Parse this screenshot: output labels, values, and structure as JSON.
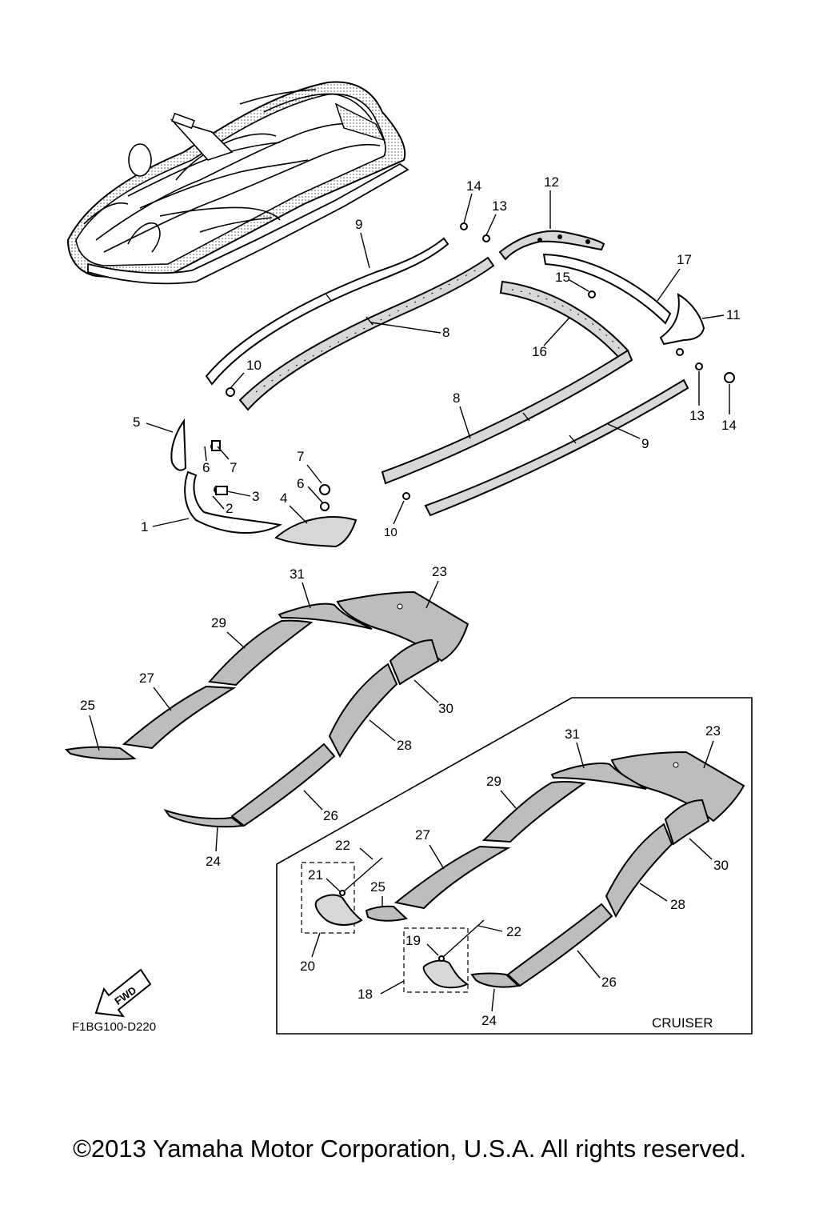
{
  "diagram_code": "F1BG100-D220",
  "fwd_label": "FWD",
  "inset_label": "CRUISER",
  "copyright": "©2013 Yamaha Motor Corporation, U.S.A. All rights reserved.",
  "callouts": {
    "c1": "1",
    "c2": "2",
    "c3": "3",
    "c4": "4",
    "c5": "5",
    "c6a": "6",
    "c6b": "6",
    "c7a": "7",
    "c7b": "7",
    "c8a": "8",
    "c8b": "8",
    "c9a": "9",
    "c9b": "9",
    "c10a": "10",
    "c10b": "10",
    "c11": "11",
    "c12": "12",
    "c13a": "13",
    "c13b": "13",
    "c14a": "14",
    "c14b": "14",
    "c15": "15",
    "c16": "16",
    "c17": "17",
    "c23": "23",
    "c31": "31",
    "c29": "29",
    "c27": "27",
    "c25": "25",
    "c30": "30",
    "c28": "28",
    "c26": "26",
    "c24": "24",
    "i23": "23",
    "i31": "31",
    "i29": "29",
    "i27": "27",
    "i22a": "22",
    "i21": "21",
    "i25": "25",
    "i20": "20",
    "i22b": "22",
    "i19": "19",
    "i18": "18",
    "i30": "30",
    "i28": "28",
    "i26": "26",
    "i24": "24"
  }
}
